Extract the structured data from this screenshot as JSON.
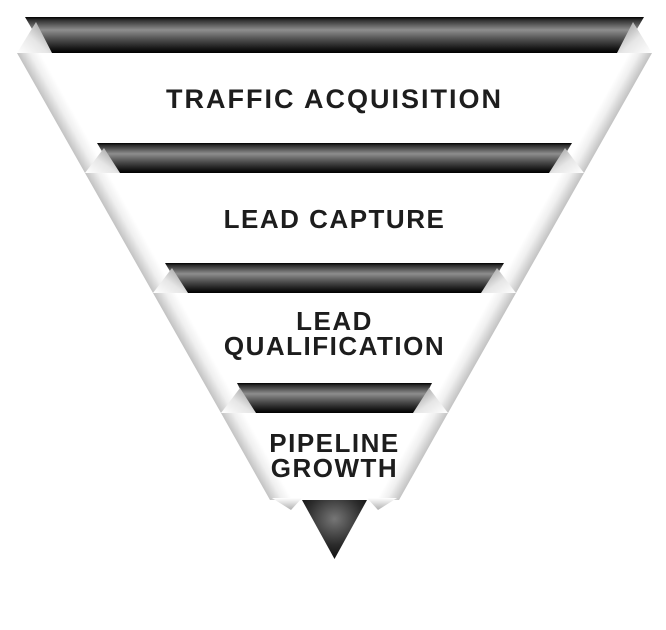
{
  "funnel": {
    "levels": [
      {
        "lines": [
          "TRAFFIC ACQUISITION"
        ]
      },
      {
        "lines": [
          "LEAD CAPTURE"
        ]
      },
      {
        "lines": [
          "LEAD",
          "QUALIFICATION"
        ]
      },
      {
        "lines": [
          "PIPELINE",
          "GROWTH"
        ]
      }
    ]
  },
  "colors": {
    "background": "#ffffff",
    "band_dark": "#000000",
    "band_highlight": "#8e8e8e",
    "segment_fill": "#ffffff",
    "segment_edge_shade": "#c2c2c2",
    "fold_highlight": "#ffffff",
    "fold_shade": "#8c8c8c",
    "label_text": "#1d1d1d",
    "tip_highlight": "#767676",
    "tip_dark": "#000000"
  }
}
